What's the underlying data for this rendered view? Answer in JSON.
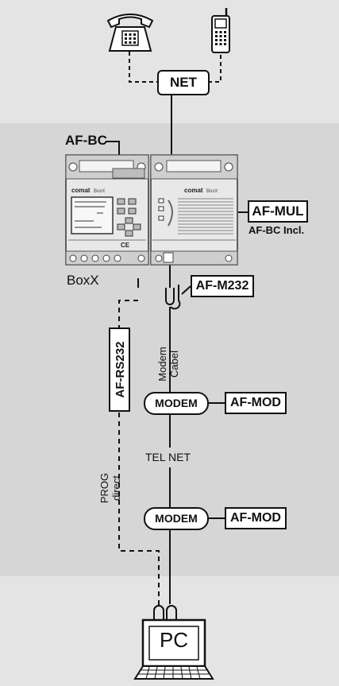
{
  "nodes": {
    "net": "NET",
    "af_bc": "AF-BC",
    "af_mul": "AF-MUL",
    "af_bc_incl": "AF-BC Incl.",
    "boxx": "BoxX",
    "af_m232": "AF-M232",
    "af_rs232": "AF-RS232",
    "modem_cabel_1": "Modem",
    "modem_cabel_2": "Cabel",
    "modem_1": "MODEM",
    "af_mod_1": "AF-MOD",
    "tel_net": "TEL NET",
    "prog_1": "PROG",
    "prog_2": "direct",
    "modem_2": "MODEM",
    "af_mod_2": "AF-MOD",
    "pc": "PC"
  },
  "device": {
    "brand_left": "comat",
    "brand_left_sub": "BoxX",
    "brand_right": "comat",
    "brand_right_sub": "BoxX",
    "ce_mark": "CE"
  },
  "icons": [
    "telephone-icon",
    "mobile-phone-icon",
    "laptop-icon",
    "controller-device-icon"
  ]
}
